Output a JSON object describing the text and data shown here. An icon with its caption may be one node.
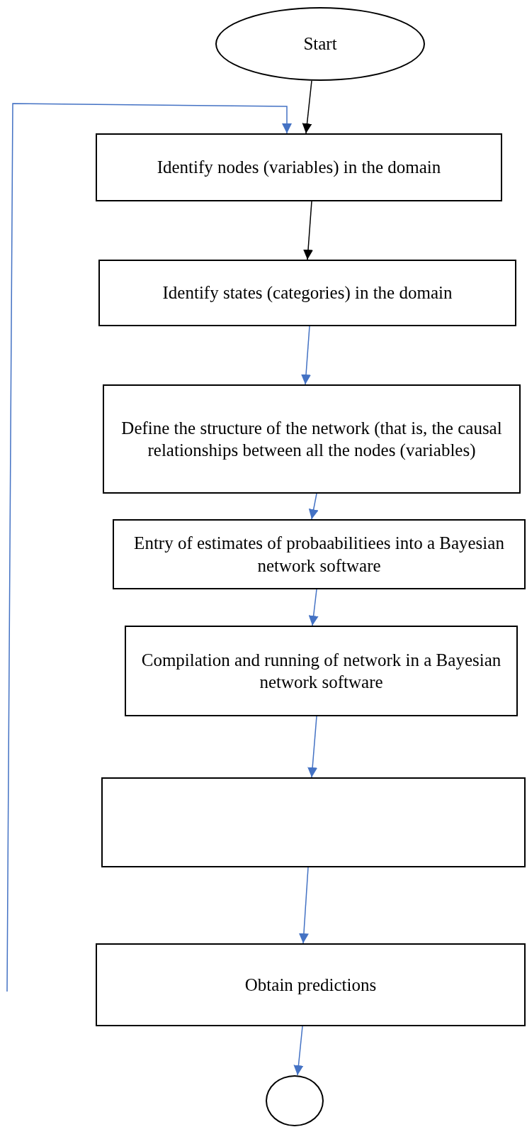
{
  "diagram": {
    "nodes": [
      {
        "text": [
          "Start"
        ]
      },
      {
        "text": [
          "Identify nodes (variables) in the domain"
        ]
      },
      {
        "text": [
          "Identify states (categories) in the domain"
        ]
      },
      {
        "text": [
          "Define the structure of the network (that is, the causal relationships between all the nodes (variables)"
        ]
      },
      {
        "text": [
          "Entry of estimates of probaabilitiees into a Bayesian network software"
        ]
      },
      {
        "text": [
          "Compilation and running of network in a Bayesian network software"
        ]
      },
      {
        "text": [],
        "shape": "box"
      },
      {
        "text": [
          "Obtain predictions"
        ]
      },
      {
        "text": [],
        "shape": "circle"
      }
    ],
    "edges": [
      {
        "from": 0,
        "to": 1,
        "arrow": "to",
        "color": "#000000"
      },
      {
        "from": 1,
        "to": 2,
        "arrow": "to",
        "color": "#000000"
      },
      {
        "from": 2,
        "to": 3,
        "arrow": "to"
      },
      {
        "from": 3,
        "to": 4,
        "arrow": "to"
      },
      {
        "from": 4,
        "to": 5,
        "arrow": "to"
      },
      {
        "from": 5,
        "to": 6,
        "arrow": "to"
      },
      {
        "from": 6,
        "to": 7,
        "arrow": "to"
      },
      {
        "from": 7,
        "to": 8,
        "arrow": "to"
      },
      {
        "from": null,
        "to": 1,
        "arrow": "to"
      }
    ]
  }
}
